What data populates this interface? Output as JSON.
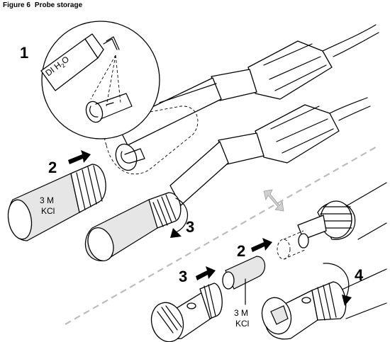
{
  "figure": {
    "number": "Figure 6",
    "title": "Probe storage"
  },
  "steps": [
    "1",
    "2",
    "3",
    "2",
    "3",
    "4"
  ],
  "labels": {
    "bottle_text_line1": "3 M",
    "bottle_text_line2": "KCl",
    "wash_bottle_text": "DI H",
    "wash_bottle_sub": "2",
    "wash_bottle_tail": "O",
    "insert_text_line1": "3 M",
    "insert_text_line2": "KCl"
  },
  "colors": {
    "line": "#000000",
    "shade": "#e6e6e6",
    "separator": "#bcbcbc",
    "double_arrow": "#d0d0d0"
  }
}
